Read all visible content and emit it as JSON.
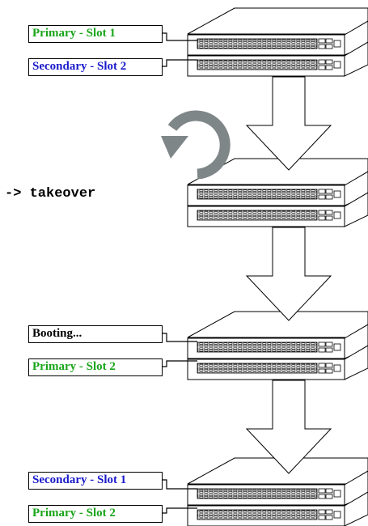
{
  "colors": {
    "green": "#1aa51a",
    "blue": "#1a1acc",
    "black": "#000000",
    "arrow_gray": "#7f8688"
  },
  "command": "-> takeover",
  "icons": {
    "rotate": "circular-arrow-icon"
  },
  "stages": [
    {
      "top_label": {
        "text": "Primary - Slot 1",
        "color": "green"
      },
      "bottom_label": {
        "text": "Secondary - Slot 2",
        "color": "blue"
      }
    },
    {
      "top_label": null,
      "bottom_label": null
    },
    {
      "top_label": {
        "text": "Booting...",
        "color": "black"
      },
      "bottom_label": {
        "text": "Primary - Slot 2",
        "color": "green"
      }
    },
    {
      "top_label": {
        "text": "Secondary - Slot 1",
        "color": "blue"
      },
      "bottom_label": {
        "text": "Primary - Slot 2",
        "color": "green"
      }
    }
  ]
}
